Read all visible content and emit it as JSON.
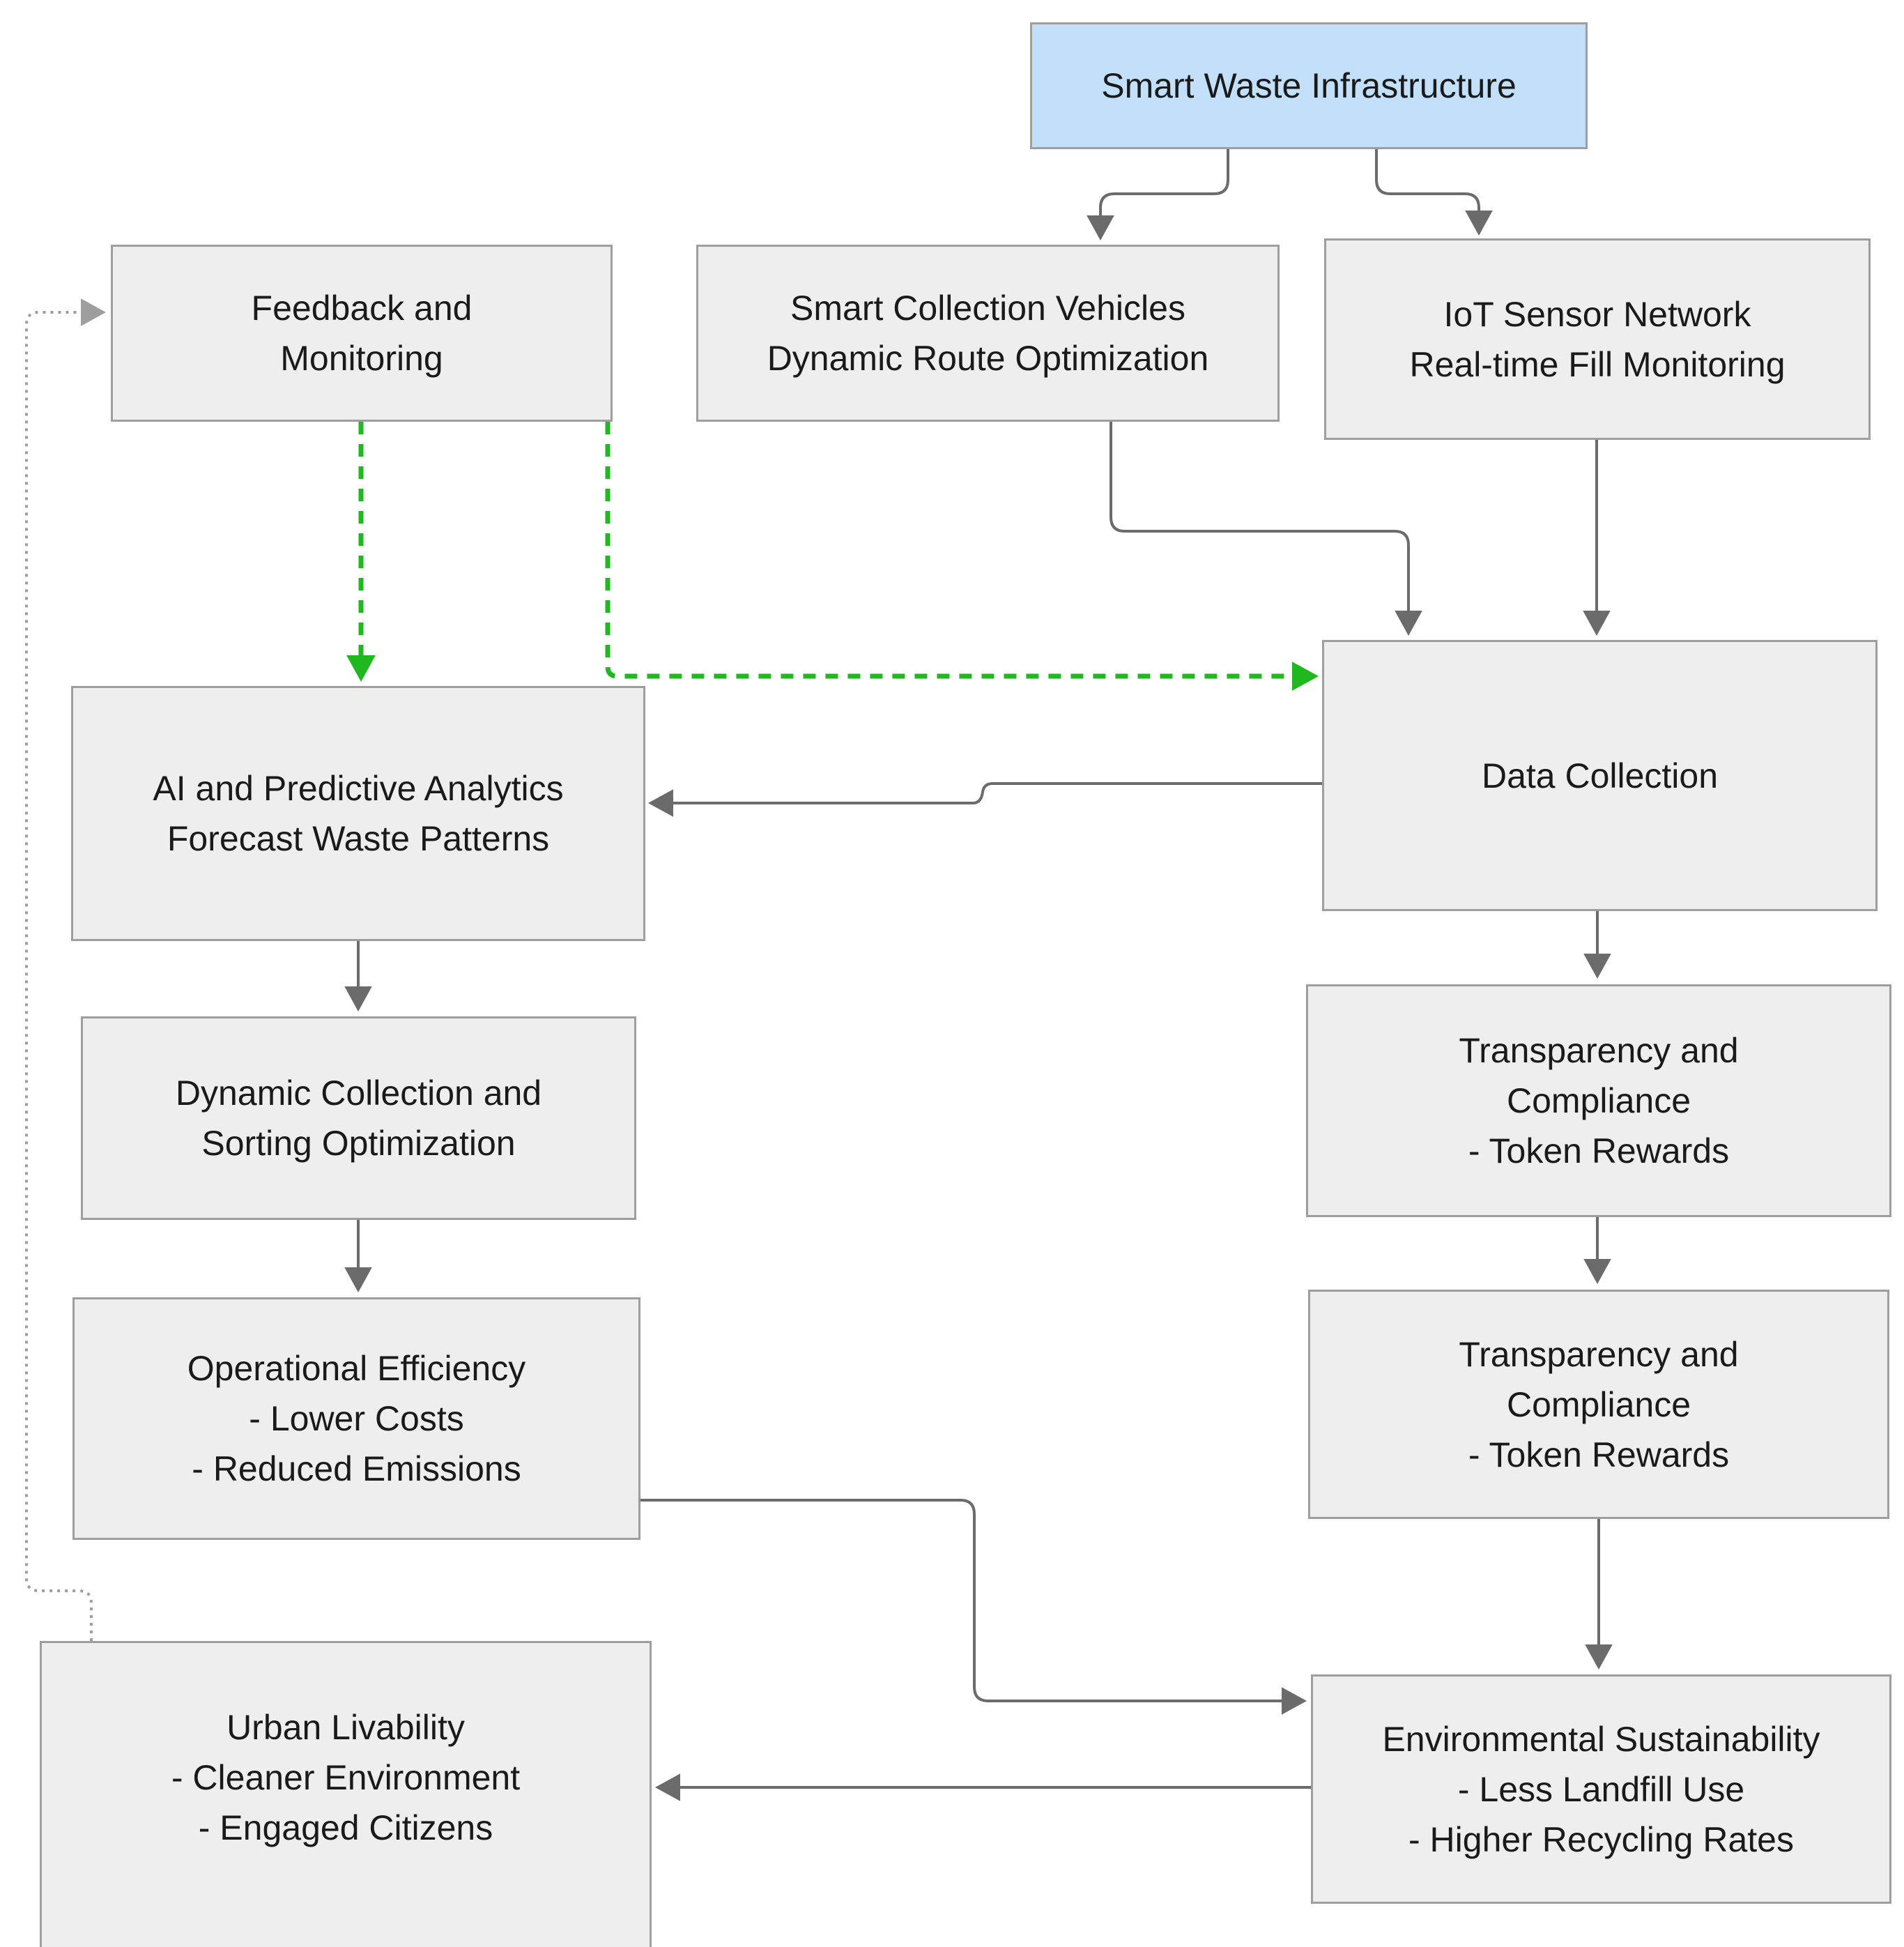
{
  "colors": {
    "node_fill": "#eeeeee",
    "node_border": "#9e9e9e",
    "primary_fill": "#c2e0fa",
    "edge": "#6b6b6b",
    "feedback_edge": "#1fb81f",
    "loop_edge": "#9e9e9e"
  },
  "nodes": {
    "infrastructure": {
      "lines": [
        "Smart Waste Infrastructure"
      ]
    },
    "feedback": {
      "lines": [
        "Feedback and",
        "Monitoring"
      ]
    },
    "vehicles": {
      "lines": [
        "Smart Collection Vehicles",
        "Dynamic Route Optimization"
      ]
    },
    "iot": {
      "lines": [
        "IoT Sensor Network",
        "Real-time Fill Monitoring"
      ]
    },
    "ai": {
      "lines": [
        "AI and Predictive Analytics",
        "Forecast Waste Patterns"
      ]
    },
    "data": {
      "lines": [
        "Data Collection"
      ]
    },
    "dynamic": {
      "lines": [
        "Dynamic Collection and",
        "Sorting Optimization"
      ]
    },
    "transparency1": {
      "lines": [
        "Transparency and",
        "Compliance",
        "- Token Rewards"
      ]
    },
    "transparency2": {
      "lines": [
        "Transparency and",
        "Compliance",
        "- Token Rewards"
      ]
    },
    "operational": {
      "lines": [
        "Operational Efficiency",
        "- Lower Costs",
        "- Reduced Emissions"
      ]
    },
    "environmental": {
      "lines": [
        "Environmental Sustainability",
        "- Less Landfill Use",
        "- Higher Recycling Rates"
      ]
    },
    "urban": {
      "lines": [
        "Urban Livability",
        "- Cleaner Environment",
        "- Engaged Citizens"
      ]
    }
  },
  "edges": [
    {
      "from": "infrastructure",
      "to": "vehicles",
      "style": "solid"
    },
    {
      "from": "infrastructure",
      "to": "iot",
      "style": "solid"
    },
    {
      "from": "vehicles",
      "to": "data",
      "style": "solid"
    },
    {
      "from": "iot",
      "to": "data",
      "style": "solid"
    },
    {
      "from": "data",
      "to": "ai",
      "style": "solid"
    },
    {
      "from": "feedback",
      "to": "ai",
      "style": "dashed"
    },
    {
      "from": "feedback",
      "to": "data",
      "style": "dashed"
    },
    {
      "from": "ai",
      "to": "dynamic",
      "style": "solid"
    },
    {
      "from": "dynamic",
      "to": "operational",
      "style": "solid"
    },
    {
      "from": "data",
      "to": "transparency1",
      "style": "solid"
    },
    {
      "from": "transparency1",
      "to": "transparency2",
      "style": "solid"
    },
    {
      "from": "transparency2",
      "to": "environmental",
      "style": "solid"
    },
    {
      "from": "operational",
      "to": "environmental",
      "style": "solid"
    },
    {
      "from": "environmental",
      "to": "urban",
      "style": "solid"
    },
    {
      "from": "urban",
      "to": "feedback",
      "style": "dotted"
    }
  ]
}
